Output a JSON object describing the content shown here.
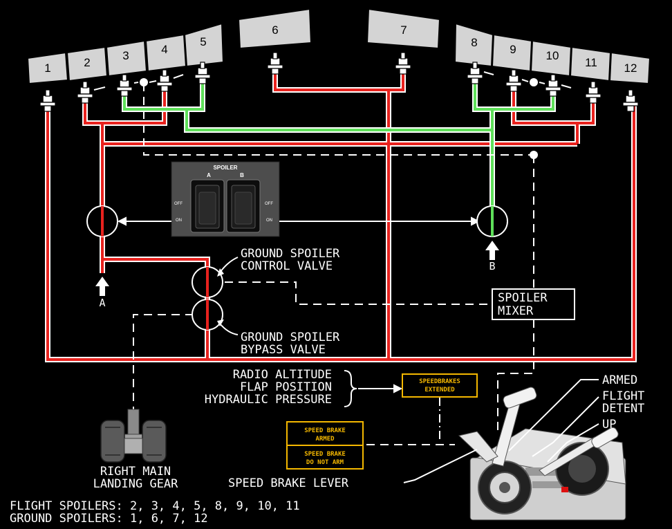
{
  "panels": {
    "p1": "1",
    "p2": "2",
    "p3": "3",
    "p4": "4",
    "p5": "5",
    "p6": "6",
    "p7": "7",
    "p8": "8",
    "p9": "9",
    "p10": "10",
    "p11": "11",
    "p12": "12"
  },
  "switch_panel": {
    "title": "SPOILER",
    "a": "A",
    "b": "B",
    "off_left": "OFF",
    "on_left": "ON",
    "off_right": "OFF",
    "on_right": "ON"
  },
  "labels": {
    "ground_spoiler_control_1": "GROUND SPOILER",
    "ground_spoiler_control_2": "CONTROL VALVE",
    "ground_spoiler_bypass_1": "GROUND SPOILER",
    "ground_spoiler_bypass_2": "BYPASS VALVE",
    "spoiler_mixer_1": "SPOILER",
    "spoiler_mixer_2": "MIXER",
    "hyd_a": "A",
    "hyd_b": "B",
    "radio_altitude": "RADIO ALTITUDE",
    "flap_position": "FLAP POSITION",
    "hydraulic_pressure": "HYDRAULIC PRESSURE",
    "speedbrakes_extended_1": "SPEEDBRAKES",
    "speedbrakes_extended_2": "EXTENDED",
    "speed_brake_armed_1": "SPEED BRAKE",
    "speed_brake_armed_2": "ARMED",
    "speed_brake_dna_1": "SPEED BRAKE",
    "speed_brake_dna_2": "DO NOT ARM",
    "armed": "ARMED",
    "flight": "FLIGHT",
    "detent": "DETENT",
    "up": "UP",
    "speed_brake_lever": "SPEED BRAKE LEVER",
    "right_main_1": "RIGHT MAIN",
    "right_main_2": "LANDING GEAR",
    "flight_spoilers": "FLIGHT SPOILERS: 2, 3, 4, 5, 8, 9, 10, 11",
    "ground_spoilers": "GROUND SPOILERS: 1, 6, 7, 12"
  },
  "colors": {
    "red_line": "#e8221e",
    "green_line": "#5fe05a",
    "amber": "#f5b800",
    "panel_gray": "#d4d4d4",
    "background": "#000000"
  }
}
